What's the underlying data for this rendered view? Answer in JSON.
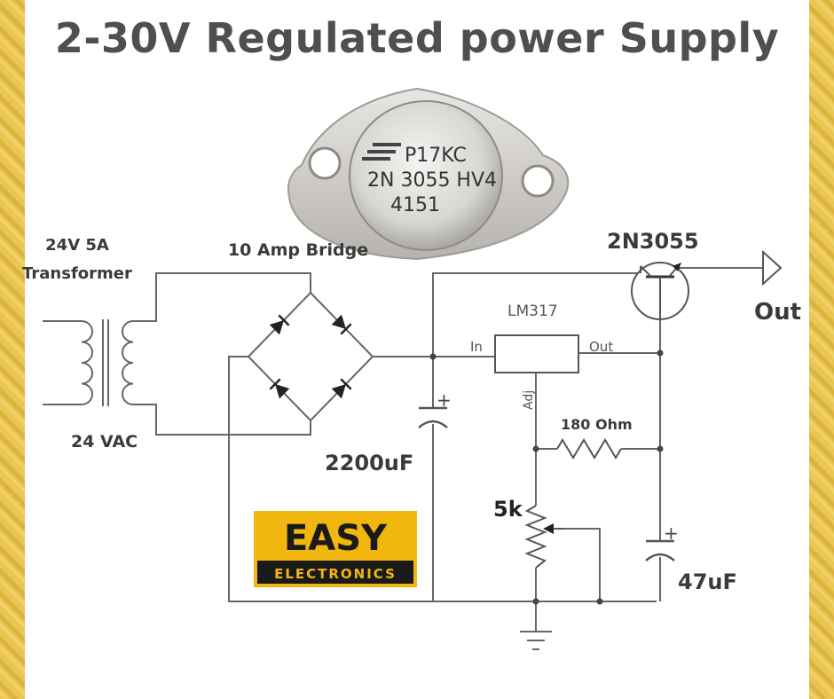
{
  "title": "2-30V Regulated power Supply",
  "transistor_photo": {
    "line1": "P17KC",
    "line2": "2N 3055 HV4",
    "line3": "4151"
  },
  "labels": {
    "transformer_line1": "24V 5A",
    "transformer_line2": "Transformer",
    "bridge": "10 Amp Bridge",
    "vac": "24 VAC",
    "main_cap": "2200uF",
    "transistor": "2N3055",
    "output": "Out",
    "regulator": "LM317",
    "reg_in": "In",
    "reg_out": "Out",
    "reg_adj": "Adj",
    "resistor": "180 Ohm",
    "pot": "5k",
    "out_cap": "47uF",
    "cap_plus": "+"
  },
  "logo": {
    "line1": "EASY",
    "line2": "ELECTRONICS"
  },
  "colors": {
    "border_gold": "#e7c04a",
    "logo_yellow": "#f1b70f",
    "title_gray": "#4f4f4f",
    "wire": "#666666"
  }
}
